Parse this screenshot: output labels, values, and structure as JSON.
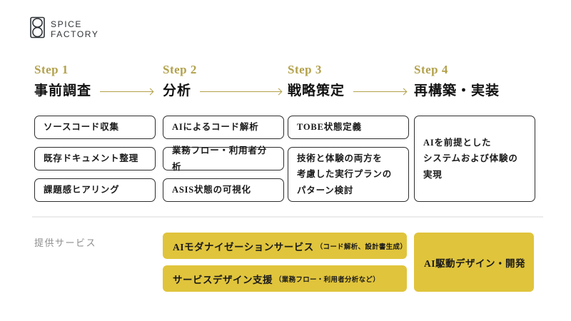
{
  "logo": {
    "line1": "SPICE",
    "line2": "FACTORY"
  },
  "colors": {
    "accent_gold": "#b2a14b",
    "service_yellow": "#e0c43c",
    "text": "#1a1a1a",
    "muted": "#8f8f8f"
  },
  "steps": [
    {
      "label": "Step 1",
      "title": "事前調査",
      "boxes": [
        [
          "ソースコード収集"
        ],
        [
          "既存ドキュメント整理"
        ],
        [
          "課題感ヒアリング"
        ]
      ]
    },
    {
      "label": "Step 2",
      "title": "分析",
      "boxes": [
        [
          "AIによるコード解析"
        ],
        [
          "業務フロー・利用者分析"
        ],
        [
          "ASIS状態の可視化"
        ]
      ]
    },
    {
      "label": "Step 3",
      "title": "戦略策定",
      "boxes": [
        [
          "TOBE状態定義"
        ],
        [
          "技術と体験の両方を",
          "考慮した実行プランの",
          "パターン検討"
        ]
      ]
    },
    {
      "label": "Step 4",
      "title": "再構築・実装",
      "boxes": [
        [
          "AIを前提とした",
          "システムおよび体験の実現"
        ]
      ]
    }
  ],
  "services": {
    "label": "提供サービス",
    "items": [
      {
        "title": "AIモダナイゼーションサービス",
        "note": "（コード解析、設計書生成）"
      },
      {
        "title": "サービスデザイン支援",
        "note": "（業務フロー・利用者分析など）"
      },
      {
        "title": "AI駆動デザイン・開発",
        "note": ""
      }
    ]
  }
}
